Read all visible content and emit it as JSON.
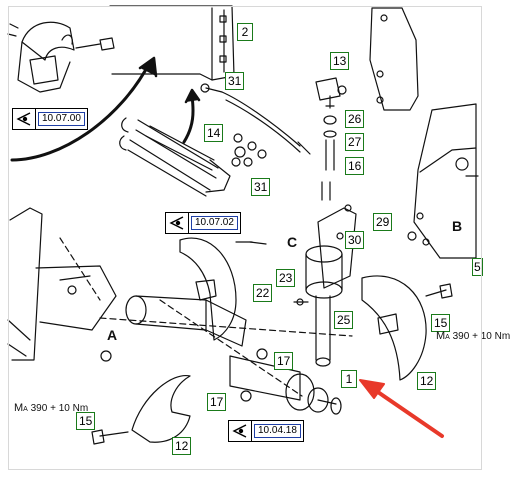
{
  "callouts": {
    "c2": "2",
    "c31a": "31",
    "c13": "13",
    "c26": "26",
    "c27": "27",
    "c14": "14",
    "c31b": "31",
    "c16": "16",
    "c29": "29",
    "c30": "30",
    "c23": "23",
    "c22": "22",
    "c25": "25",
    "c15a": "15",
    "c12a": "12",
    "c17a": "17",
    "c1": "1",
    "c17b": "17",
    "c15b": "15",
    "c12b": "12",
    "c5": "5"
  },
  "refs": {
    "r1": "10.07.00",
    "r2": "10.07.02",
    "r3": "10.04.18"
  },
  "letters": {
    "a": "A",
    "b": "B",
    "c": "C"
  },
  "torques": {
    "t1": {
      "symbol": "M",
      "sub": "A",
      "value": "390 + 10 Nm"
    },
    "t2": {
      "symbol": "M",
      "sub": "A",
      "value": "390 + 10 Nm"
    }
  },
  "colors": {
    "callout_border": "#1a7a1a",
    "ref_border": "#1f3fa6",
    "arrow": "#e8392a",
    "line": "#111111"
  },
  "icons": {
    "ref_icon": "eye-icon",
    "pointer": "red-arrow"
  }
}
